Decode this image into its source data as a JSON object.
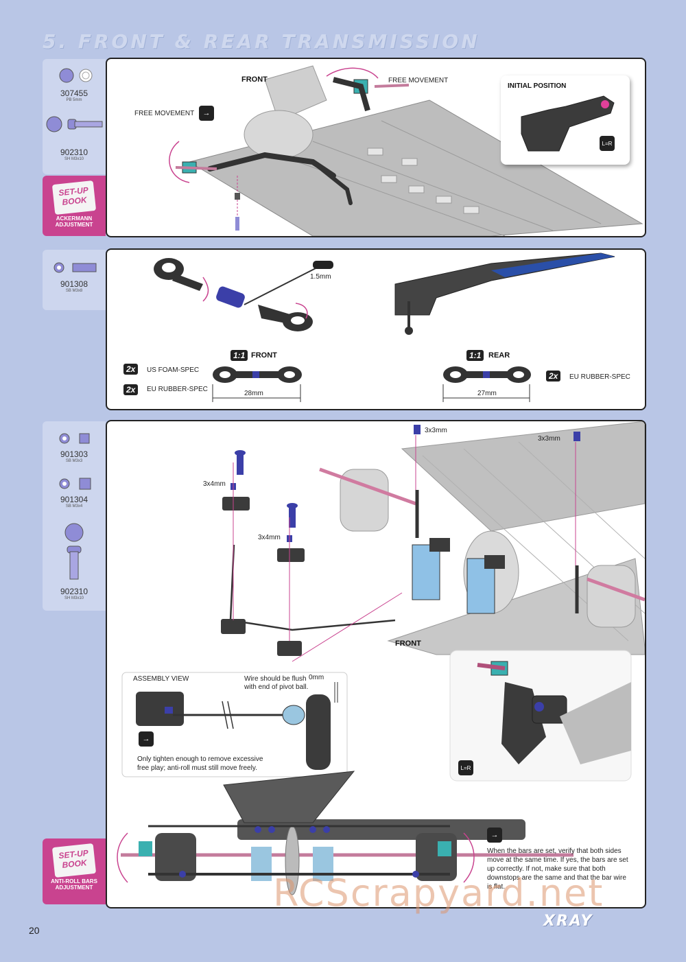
{
  "page": {
    "title": "5. FRONT & REAR TRANSMISSION",
    "page_number": "20",
    "brand": "XRAY",
    "watermark": "RCScrapyard.net"
  },
  "colors": {
    "page_bg": "#b9c6e6",
    "accent_magenta": "#c9438f",
    "part_blue": "#7c78c8",
    "chassis_gray": "#9a9a9a"
  },
  "section1": {
    "parts": [
      {
        "code": "307455",
        "desc": "PB 5mm"
      },
      {
        "code": "902310",
        "desc": "SH M3x10"
      }
    ],
    "setup_book": {
      "line1": "SET-UP",
      "line2": "BOOK",
      "caption": "ACKERMANN ADJUSTMENT"
    },
    "labels": {
      "front": "FRONT",
      "free_movement_left": "FREE MOVEMENT",
      "free_movement_right": "FREE MOVEMENT",
      "initial_position": "INITIAL POSITION",
      "lr": "L=R"
    }
  },
  "section2": {
    "parts": [
      {
        "code": "901308",
        "desc": "SB M3x8"
      }
    ],
    "labels": {
      "tool": "1.5mm",
      "ratio_front": "1:1",
      "front": "FRONT",
      "ratio_rear": "1:1",
      "rear": "REAR",
      "qty1": "2x",
      "us_foam": "US FOAM-SPEC",
      "qty2": "2x",
      "eu_rubber_front": "EU RUBBER-SPEC",
      "qty3": "2x",
      "eu_rubber_rear": "EU RUBBER-SPEC",
      "front_length": "28mm",
      "rear_length": "27mm"
    }
  },
  "section3": {
    "parts": [
      {
        "code": "901303",
        "desc": "SB M3x3"
      },
      {
        "code": "901304",
        "desc": "SB M3x4"
      },
      {
        "code": "902310",
        "desc": "SH M3x10"
      }
    ],
    "setup_book": {
      "line1": "SET-UP",
      "line2": "BOOK",
      "caption": "ANTI-ROLL BARS ADJUSTMENT"
    },
    "labels": {
      "screw_3x3_a": "3x3mm",
      "screw_3x3_b": "3x3mm",
      "screw_3x4_a": "3x4mm",
      "screw_3x4_b": "3x4mm",
      "front": "FRONT",
      "assembly_view": "ASSEMBLY VIEW",
      "wire_note": "Wire should be flush with end of pivot ball.",
      "zero_mm": "0mm",
      "tighten_note": "Only tighten enough to remove excessive free play; anti-roll must still move freely.",
      "lr": "L=R",
      "bars_note": "When the bars are set, verify that both sides move at the same time. If yes, the bars are set up correctly. If not, make sure that both downstops are the same and that the bar wire is flat."
    }
  }
}
